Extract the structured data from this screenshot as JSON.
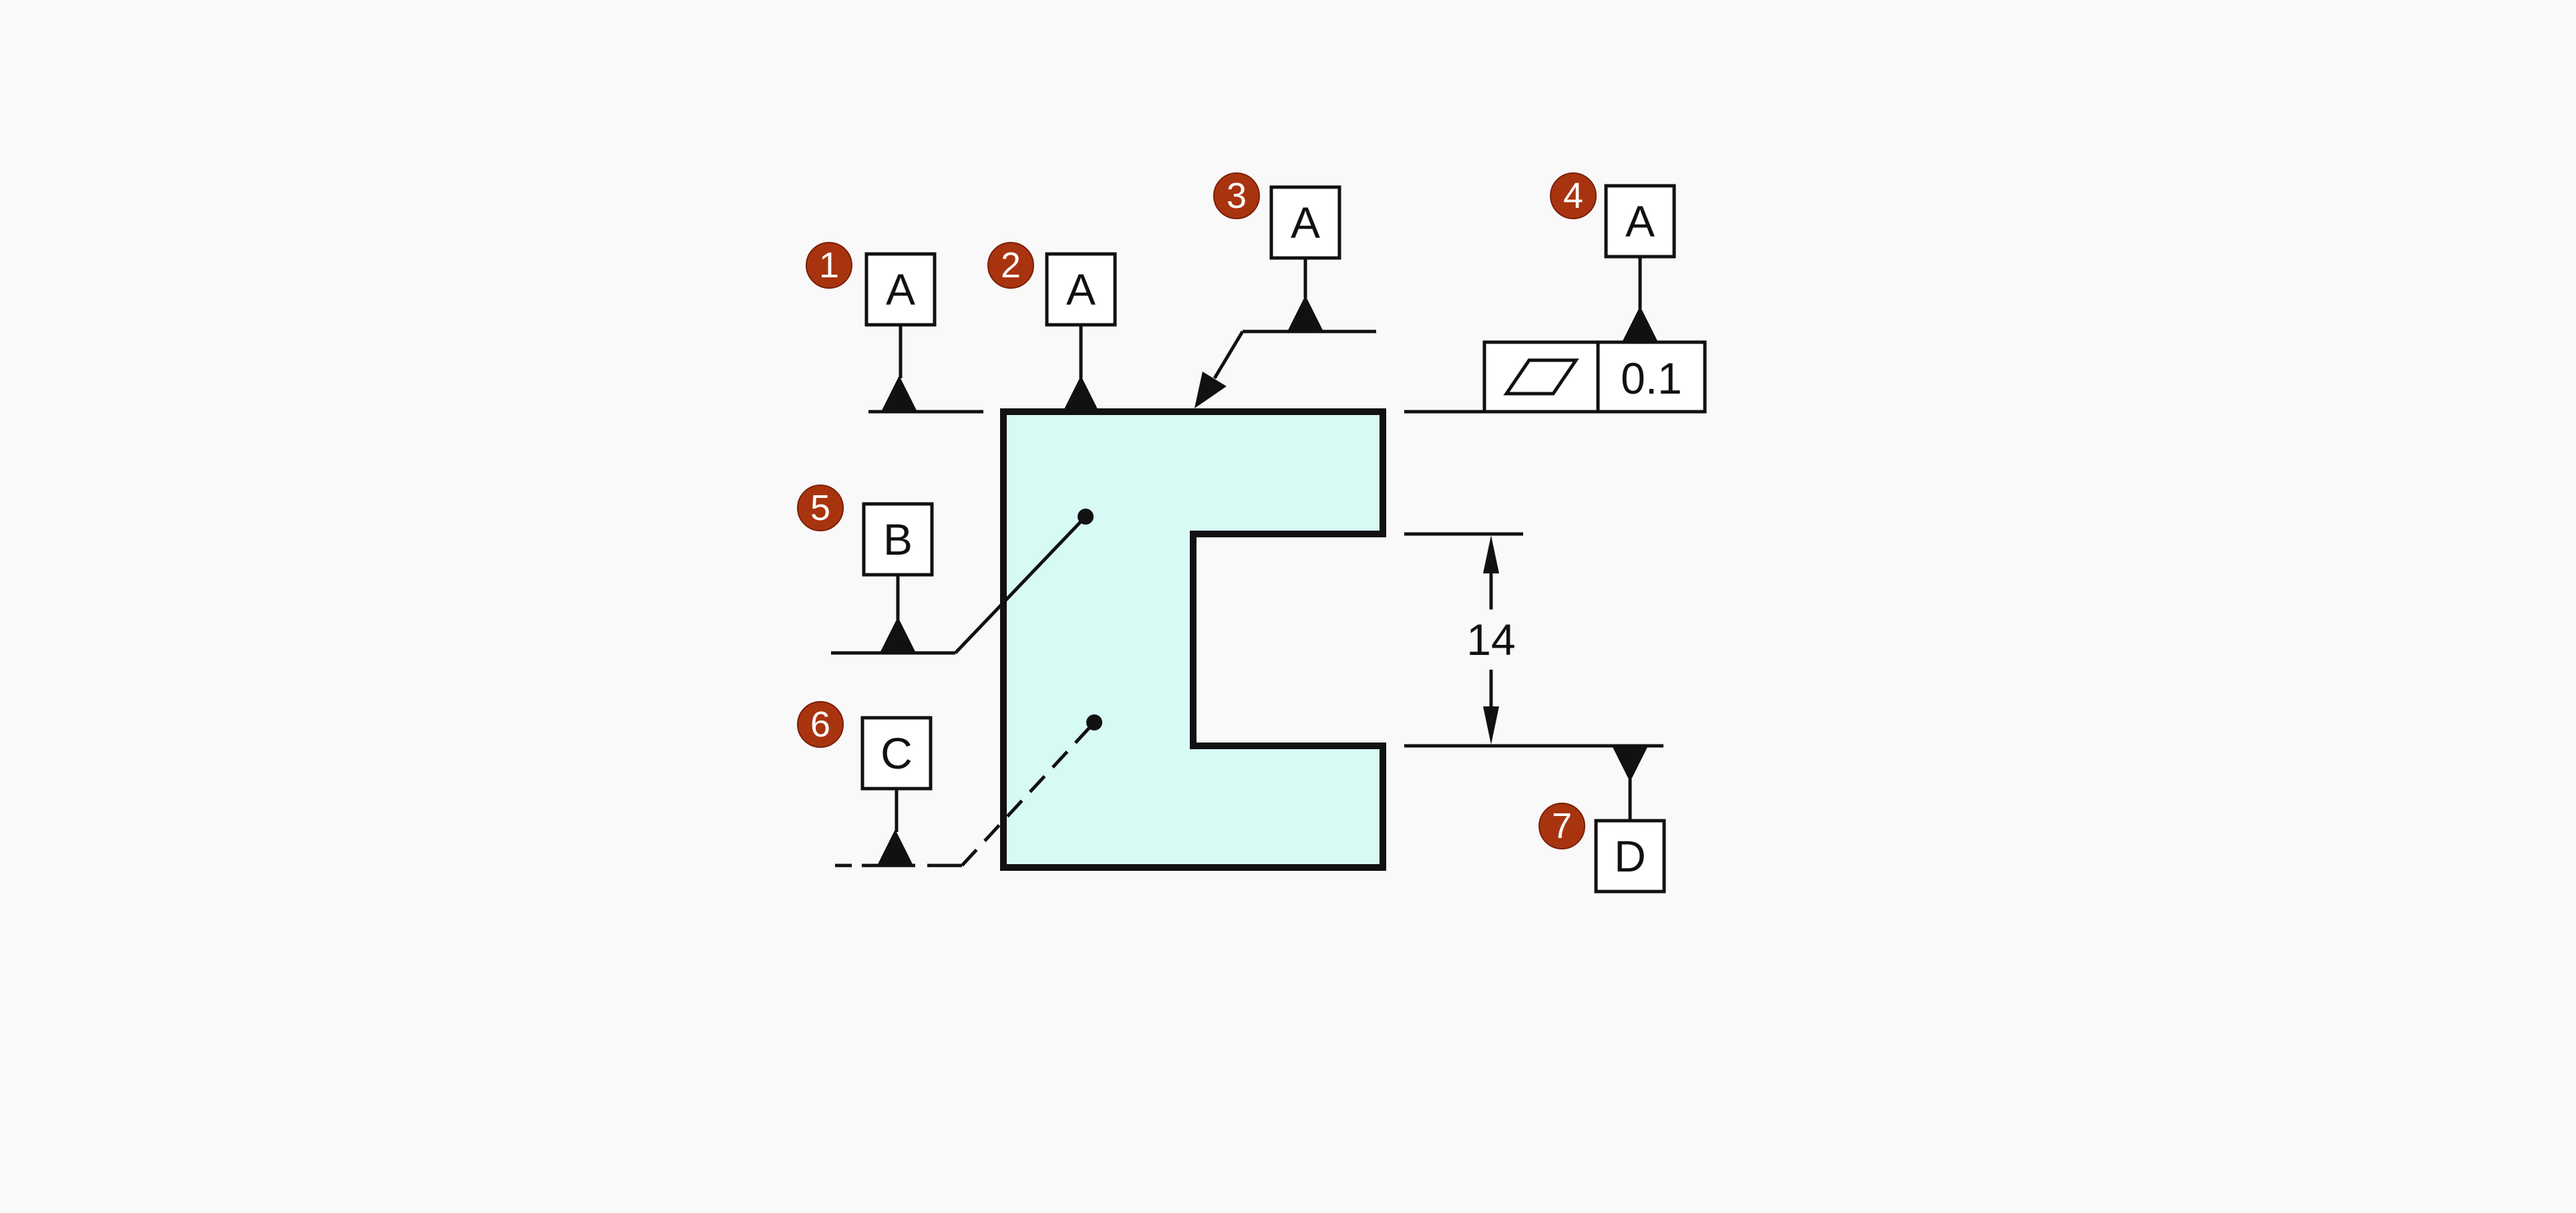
{
  "colors": {
    "background": "#f9f9f9",
    "part_fill": "#d8faf5",
    "line": "#111111",
    "badge": "#a8340f"
  },
  "callouts": [
    {
      "number": "1",
      "datum": "A"
    },
    {
      "number": "2",
      "datum": "A"
    },
    {
      "number": "3",
      "datum": "A"
    },
    {
      "number": "4",
      "datum": "A"
    },
    {
      "number": "5",
      "datum": "B"
    },
    {
      "number": "6",
      "datum": "C"
    },
    {
      "number": "7",
      "datum": "D"
    }
  ],
  "feature_control_frame": {
    "symbol_icon": "flatness-parallelogram-icon",
    "tolerance": "0.1"
  },
  "dimension": {
    "value": "14"
  }
}
